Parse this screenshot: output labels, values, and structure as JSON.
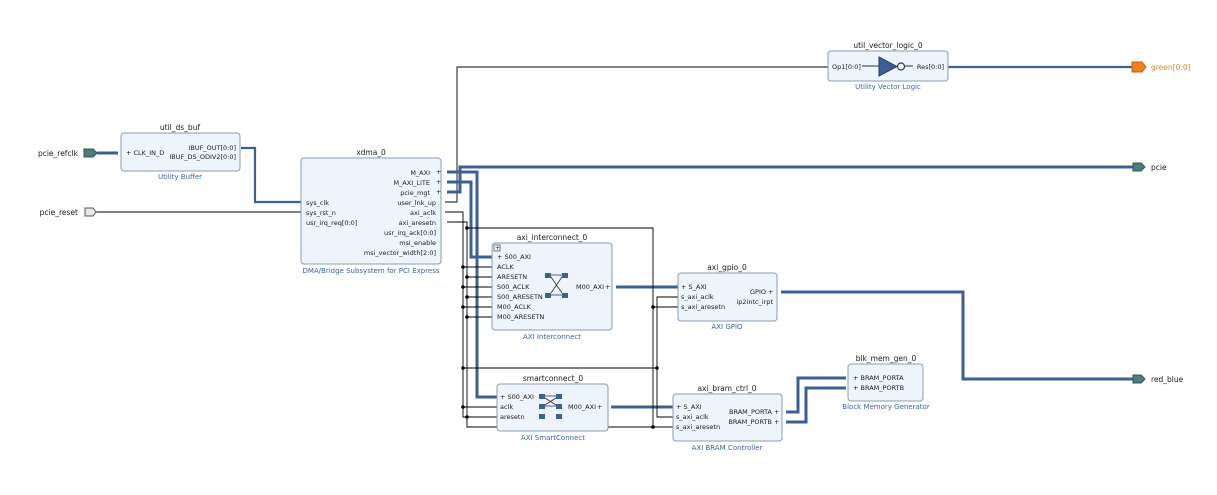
{
  "ports": {
    "pcie_refclk": "pcie_refclk",
    "pcie_reset": "pcie_reset",
    "pcie": "pcie",
    "red_blue": "red_blue",
    "green": "green[0:0]"
  },
  "util_ds_buf": {
    "name": "util_ds_buf",
    "type": "Utility Buffer",
    "in": [
      "CLK_IN_D"
    ],
    "out": [
      "IBUF_OUT[0:0]",
      "IBUF_DS_ODIV2[0:0]"
    ]
  },
  "xdma": {
    "name": "xdma_0",
    "type": "DMA/Bridge Subsystem for PCI Express",
    "in": [
      "sys_clk",
      "sys_rst_n",
      "usr_irq_req[0:0]"
    ],
    "out": [
      "M_AXI",
      "M_AXI_LITE",
      "pcie_mgt",
      "user_lnk_up",
      "axi_aclk",
      "axi_aresetn",
      "usr_irq_ack[0:0]",
      "msi_enable",
      "msi_vector_width[2:0]"
    ]
  },
  "util_vector_logic": {
    "name": "util_vector_logic_0",
    "type": "Utility Vector Logic",
    "in": [
      "Op1[0:0]"
    ],
    "out": [
      "Res[0:0]"
    ]
  },
  "axi_interconnect": {
    "name": "axi_interconnect_0",
    "type": "AXI Interconnect",
    "in": [
      "S00_AXI",
      "ACLK",
      "ARESETN",
      "S00_ACLK",
      "S00_ARESETN",
      "M00_ACLK",
      "M00_ARESETN"
    ],
    "out": [
      "M00_AXI"
    ]
  },
  "axi_gpio": {
    "name": "axi_gpio_0",
    "type": "AXI GPIO",
    "in": [
      "S_AXI",
      "s_axi_aclk",
      "s_axi_aresetn"
    ],
    "out": [
      "GPIO",
      "ip2intc_irpt"
    ]
  },
  "smartconnect": {
    "name": "smartconnect_0",
    "type": "AXI SmartConnect",
    "in": [
      "S00_AXI",
      "aclk",
      "aresetn"
    ],
    "out": [
      "M00_AXI"
    ]
  },
  "axi_bram_ctrl": {
    "name": "axi_bram_ctrl_0",
    "type": "AXI BRAM Controller",
    "in": [
      "S_AXI",
      "s_axi_aclk",
      "s_axi_aresetn"
    ],
    "out": [
      "BRAM_PORTA",
      "BRAM_PORTB"
    ]
  },
  "blk_mem_gen": {
    "name": "blk_mem_gen_0",
    "type": "Block Memory Generator",
    "in": [
      "BRAM_PORTA",
      "BRAM_PORTB"
    ]
  },
  "colors": {
    "block_fill": "#eef4fb",
    "block_stroke": "#8a9bb0",
    "bus": "#3c5f96",
    "type_label": "#3c63a6",
    "green_port": "#f0821e"
  }
}
